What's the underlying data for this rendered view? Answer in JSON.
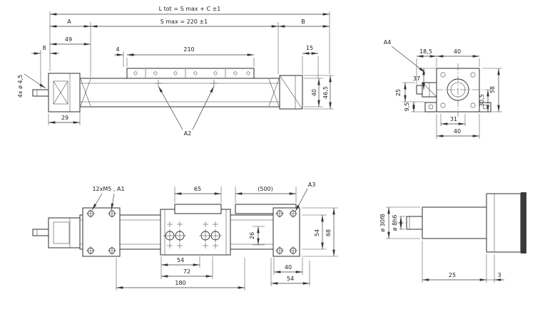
{
  "drawing": {
    "background": "#ffffff",
    "line_color": "#2e2e2e",
    "views": {
      "side": {
        "dims": {
          "total_length": "L tot = S max +  C  ±1",
          "a": "A",
          "s_max": "S max = 220  ±1",
          "b": "B",
          "d49": "49",
          "d8": "8",
          "d4": "4",
          "d210": "210",
          "d15": "15",
          "holes_note": "4x  ø 4,5",
          "d29": "29",
          "a2": "A2",
          "d40": "40",
          "d46_5": "46,5"
        }
      },
      "end": {
        "dims": {
          "a4": "A4",
          "d18_5": "18,5",
          "d40_top": "40",
          "d37": "37",
          "d25": "25",
          "d9_5": "9,5",
          "d31": "31",
          "d40_bottom": "40",
          "d30_5": "30,5",
          "d58": "58"
        }
      },
      "plan": {
        "dims": {
          "m5_note": "12xM5 , A1",
          "d65": "65",
          "d500": "(500)",
          "a3": "A3",
          "d26": "26",
          "d54_right": "54",
          "d68": "68",
          "d54_bottom": "54",
          "d72": "72",
          "d180": "180",
          "d40": "40",
          "d54_far": "54"
        }
      },
      "shaft": {
        "dims": {
          "dia30": "ø 30f8",
          "dia8": "ø 8h6",
          "d25": "25",
          "d3": "3"
        }
      }
    }
  }
}
